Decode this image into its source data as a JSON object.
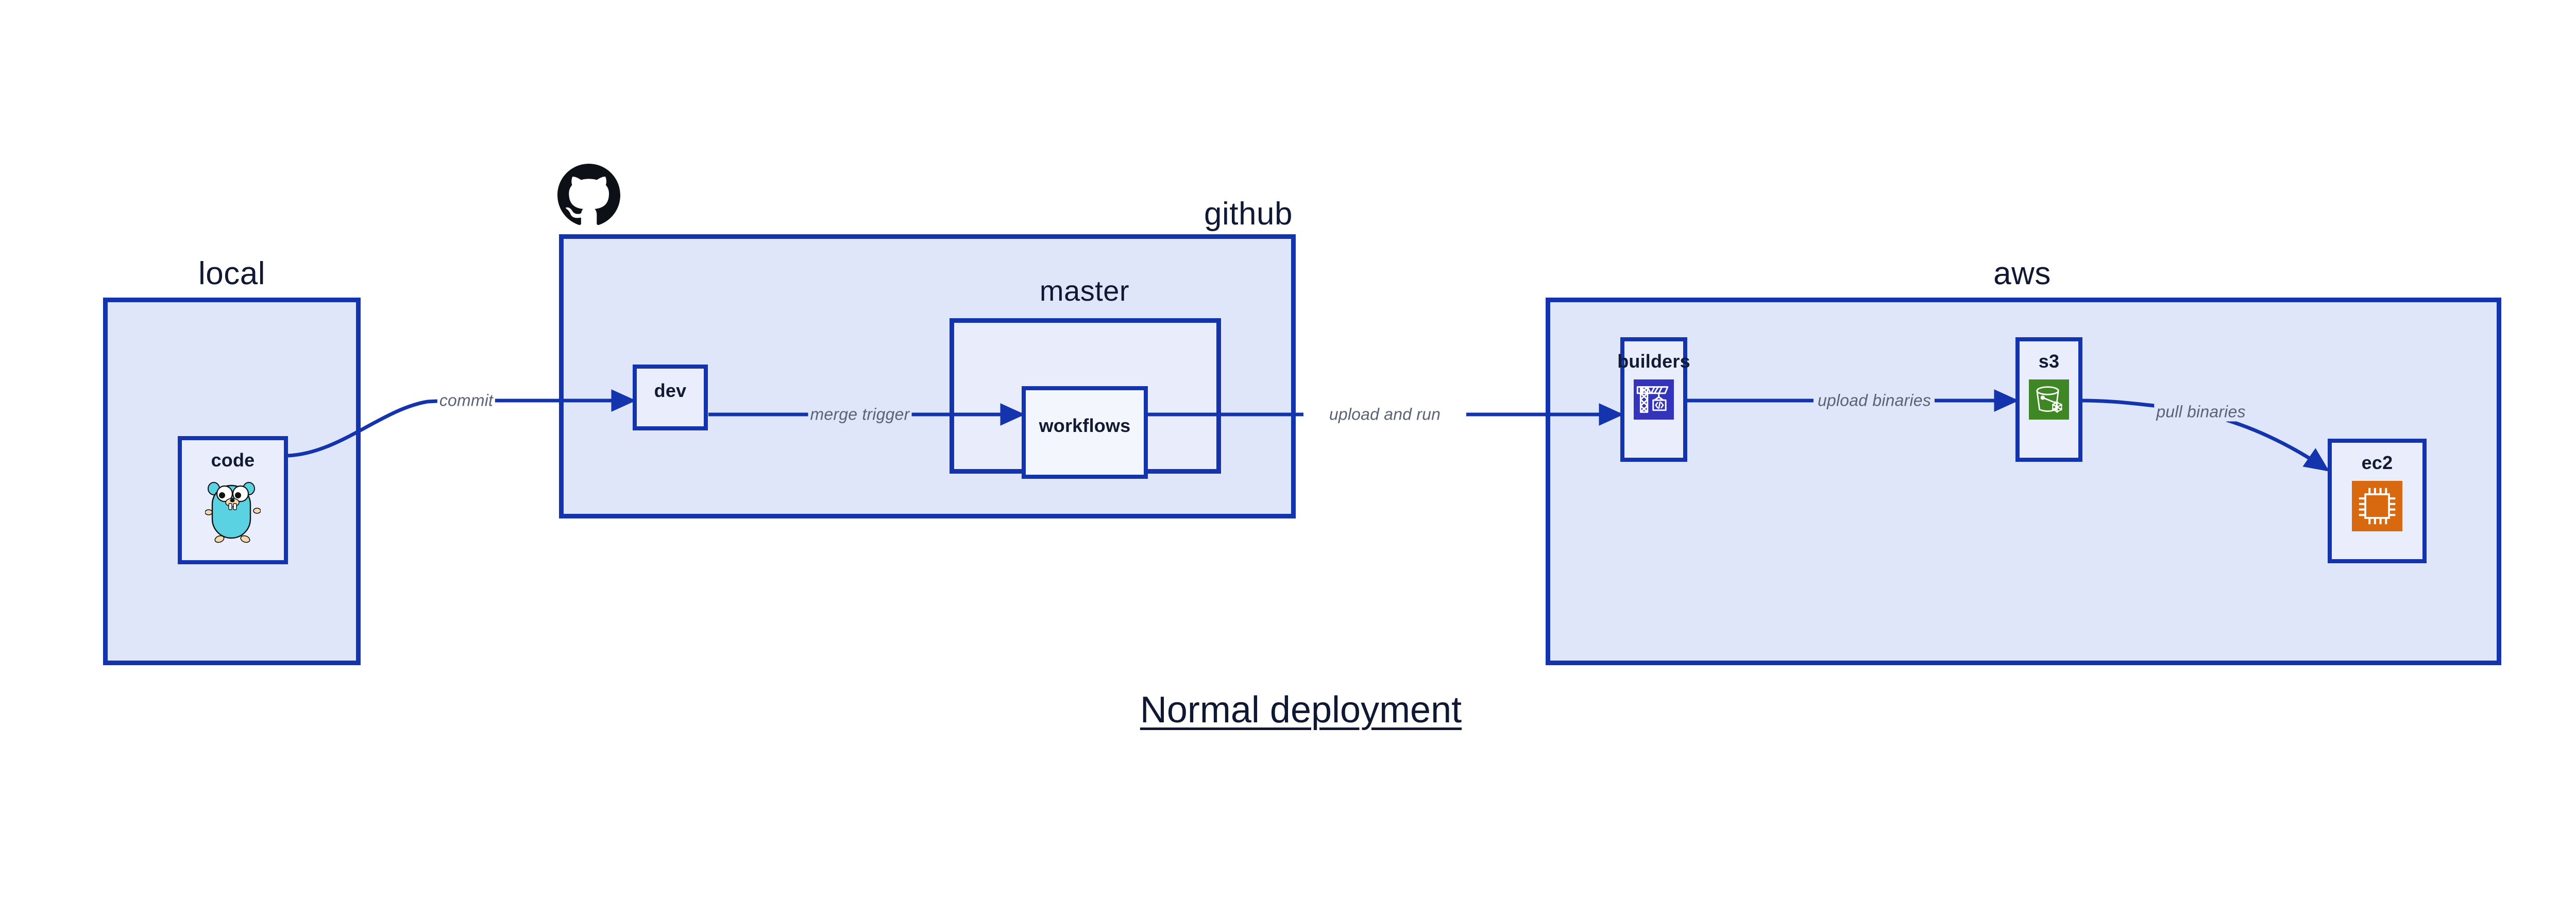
{
  "diagram": {
    "caption": "Normal deployment",
    "accent_border": "#1434ad",
    "group_fill": "#e0e6fa",
    "node_fill": "#eaeefc",
    "label_color": "#5c6275",
    "title_color": "#101730"
  },
  "groups": {
    "local": {
      "label": "local"
    },
    "github": {
      "label": "github"
    },
    "master": {
      "label": "master"
    },
    "aws": {
      "label": "aws"
    }
  },
  "nodes": {
    "code": {
      "label": "code",
      "icon": "go-gopher-icon"
    },
    "dev": {
      "label": "dev",
      "icon": "none"
    },
    "workflows": {
      "label": "workflows",
      "icon": "none"
    },
    "builders": {
      "label": "builders",
      "icon": "aws-codebuild-crane-icon",
      "icon_color": "#3333bb"
    },
    "s3": {
      "label": "s3",
      "icon": "aws-s3-bucket-icon",
      "icon_color": "#3f8624"
    },
    "ec2": {
      "label": "ec2",
      "icon": "aws-ec2-chip-icon",
      "icon_color": "#d9690f"
    }
  },
  "edges": [
    {
      "id": "commit",
      "label": "commit",
      "from": "code",
      "to": "dev"
    },
    {
      "id": "merge-trigger",
      "label": "merge trigger",
      "from": "dev",
      "to": "workflows"
    },
    {
      "id": "upload-and-run",
      "label": "upload and run",
      "from": "workflows",
      "to": "builders"
    },
    {
      "id": "upload-binaries",
      "label": "upload binaries",
      "from": "builders",
      "to": "s3"
    },
    {
      "id": "pull-binaries",
      "label": "pull binaries",
      "from": "s3",
      "to": "ec2"
    }
  ],
  "brand": {
    "github_logo": "github-octocat-icon"
  }
}
